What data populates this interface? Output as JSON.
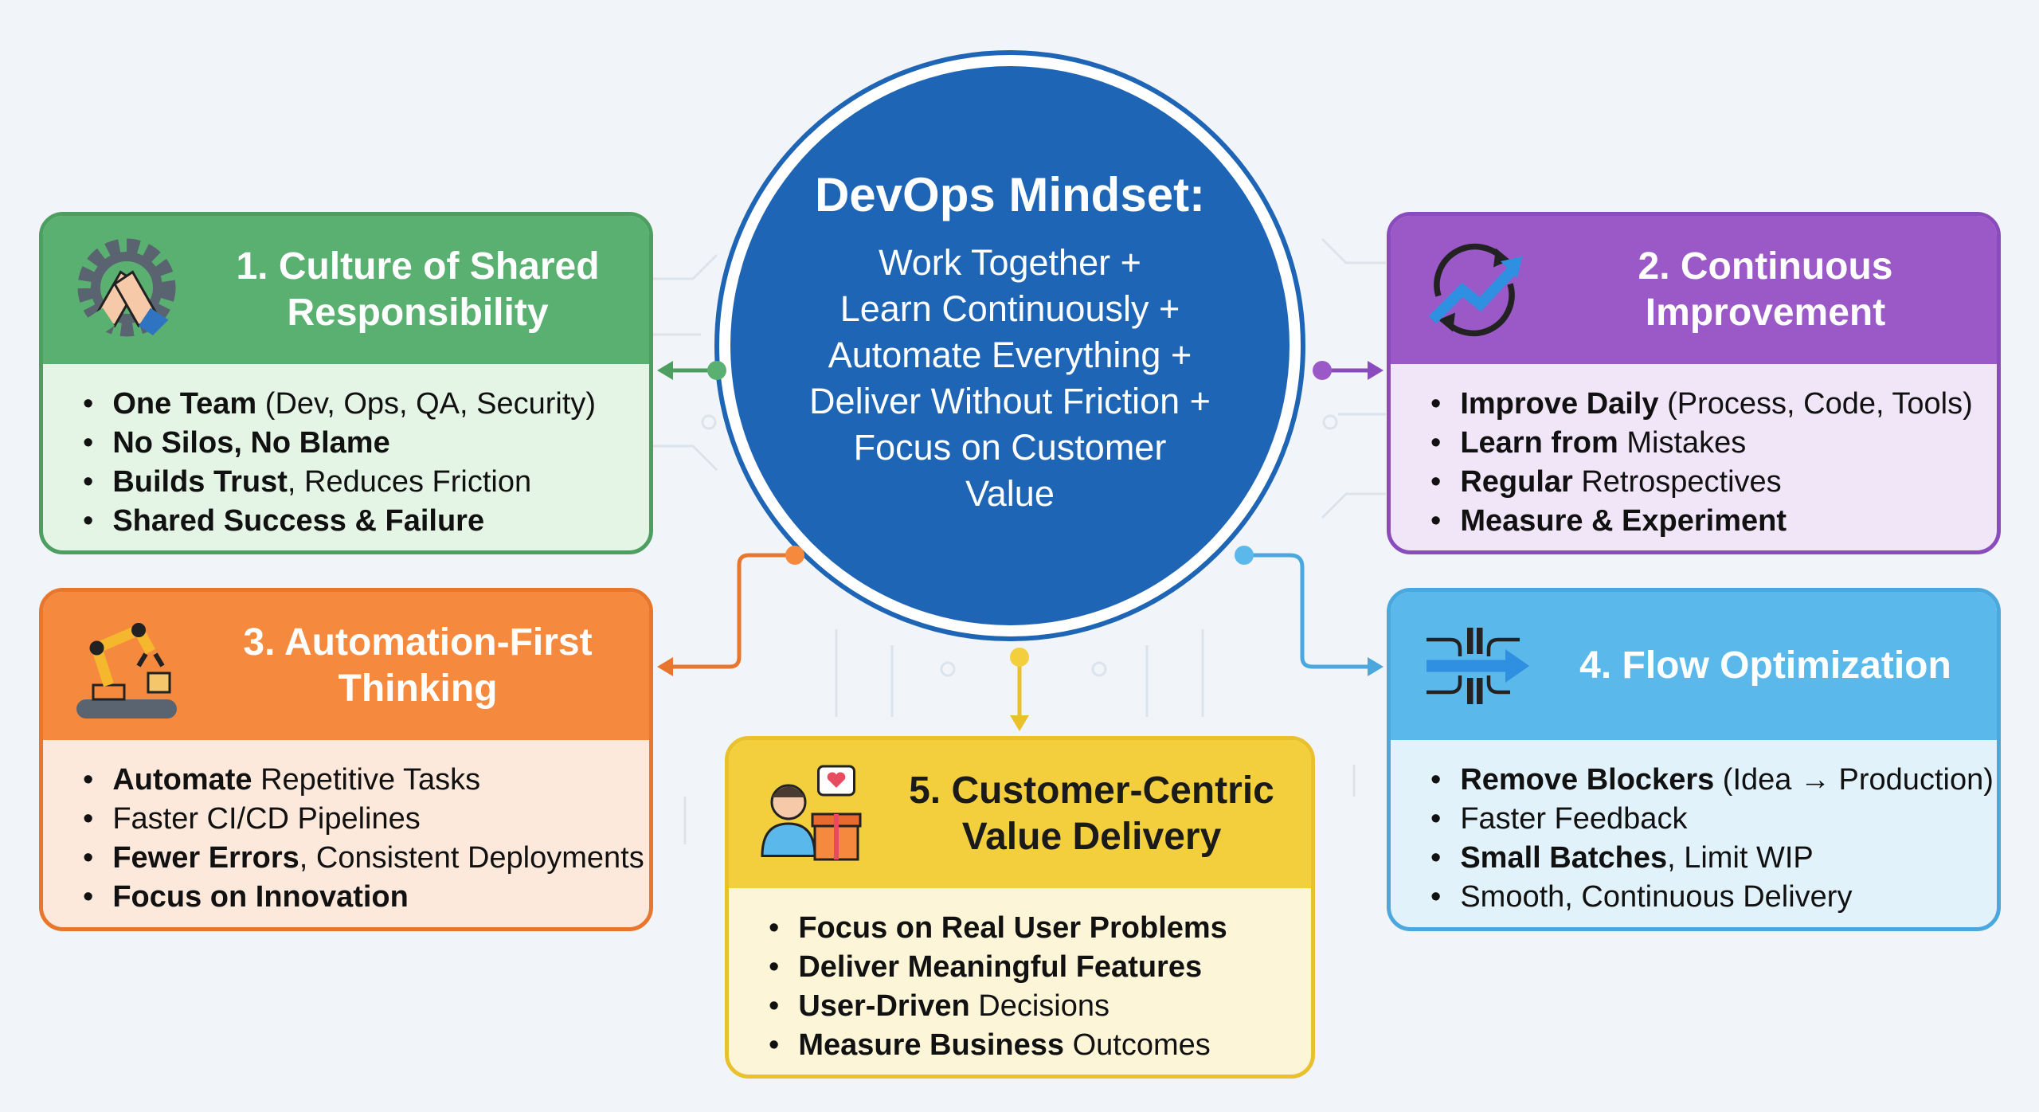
{
  "center": {
    "title": "DevOps Mindset:",
    "lines": [
      "Work Together +",
      "Learn Continuously +",
      "Automate Everything +",
      "Deliver Without Friction +",
      "Focus on Customer",
      "Value"
    ]
  },
  "cards": [
    {
      "title": "1. Culture of Shared Responsibility",
      "icon": "handshake-gear-icon",
      "items": [
        {
          "b": "One Team",
          "r": " (Dev, Ops, QA, Security)"
        },
        {
          "b": "No Silos, No Blame",
          "r": ""
        },
        {
          "b": "Builds Trust",
          "r": ", Reduces Friction"
        },
        {
          "b": "Shared Success & Failure",
          "r": ""
        }
      ]
    },
    {
      "title": "2. Continuous Improvement",
      "icon": "cycle-arrow-icon",
      "items": [
        {
          "b": "Improve Daily",
          "r": " (Process, Code, Tools)"
        },
        {
          "b": "Learn from",
          "r": " Mistakes"
        },
        {
          "b": "Regular",
          "r": " Retrospectives"
        },
        {
          "b": "Measure & Experiment",
          "r": ""
        }
      ]
    },
    {
      "title": "3. Automation-First Thinking",
      "icon": "robot-arm-icon",
      "items": [
        {
          "b": "Automate",
          "r": " Repetitive Tasks"
        },
        {
          "b": "",
          "r": "Faster CI/CD Pipelines"
        },
        {
          "b": "Fewer Errors",
          "r": ", Consistent Deployments"
        },
        {
          "b": "Focus on Innovation",
          "r": ""
        }
      ]
    },
    {
      "title": "4. Flow Optimization",
      "icon": "flow-arrows-icon",
      "items": [
        {
          "b": "Remove Blockers",
          "r": " (Idea → Production)"
        },
        {
          "b": "",
          "r": "Faster Feedback"
        },
        {
          "b": "Small Batches",
          "r": ", Limit WIP"
        },
        {
          "b": "",
          "r": "Smooth, Continuous Delivery"
        }
      ]
    },
    {
      "title": "5. Customer-Centric Value Delivery",
      "icon": "customer-gift-icon",
      "items": [
        {
          "b": "Focus on Real User Problems",
          "r": ""
        },
        {
          "b": "Deliver Meaningful Features",
          "r": ""
        },
        {
          "b": "User-Driven",
          "r": " Decisions"
        },
        {
          "b": "Measure Business",
          "r": " Outcomes"
        }
      ]
    }
  ],
  "colors": {
    "center": "#1f65b5",
    "green": "#5ab070",
    "purple": "#9b59c8",
    "orange": "#f58a3f",
    "blue": "#5bb8ea",
    "yellow": "#f4cf3d"
  }
}
